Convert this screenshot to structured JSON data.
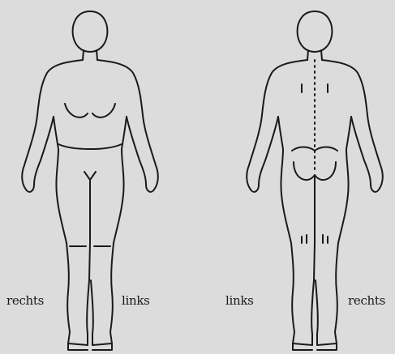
{
  "labels": {
    "front_right": "rechts",
    "front_left": "links",
    "back_left": "links",
    "back_right": "rechts"
  },
  "colors": {
    "background": "#dcdcdc",
    "outline": "#1a1a1a"
  }
}
